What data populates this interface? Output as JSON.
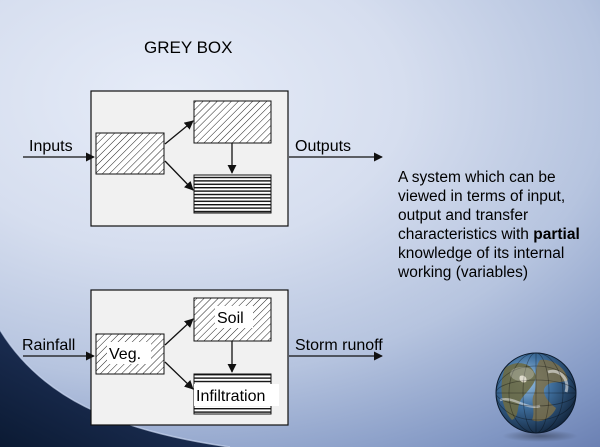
{
  "slide": {
    "title": "GREY BOX",
    "description_before": "A system which can be viewed in terms of input, output and transfer characteristics with ",
    "description_bold": "partial",
    "description_after": " knowledge of its internal working (variables)"
  },
  "diagram_top": {
    "input_label": "Inputs",
    "output_label": "Outputs"
  },
  "diagram_bottom": {
    "input_label": "Rainfall",
    "center_label": "Veg.",
    "upper_label": "Soil",
    "lower_label": "Infiltration",
    "output_label": "Storm runoff"
  },
  "icons": {
    "globe": "globe-icon"
  }
}
